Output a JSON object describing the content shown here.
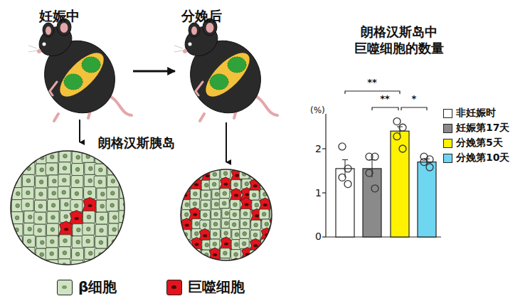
{
  "diagram": {
    "nodes": [
      {
        "text": [
          "妊娠中"
        ]
      },
      {
        "text": [
          "分娩后"
        ]
      }
    ],
    "edges": [
      {
        "from": 0,
        "to": 1,
        "arrow": "to"
      }
    ],
    "labels": [
      "朗格汉斯胰岛",
      "朗格汉斯岛中 巨噬细胞的数量",
      "(%)",
      "0",
      "1",
      "2",
      "**",
      "**",
      "*"
    ],
    "legend": [
      {
        "text": "β细胞",
        "color": "#cfe3c2"
      },
      {
        "text": "巨噬细胞",
        "color": "#e3141c"
      },
      {
        "text": "非妊娠时",
        "color": "#ffffff"
      },
      {
        "text": "妊娠第17天",
        "color": "#8a8a8a"
      },
      {
        "text": "分娩第5天",
        "color": "#fff200"
      },
      {
        "text": "分娩第10天",
        "color": "#6fd6f2"
      }
    ]
  }
}
